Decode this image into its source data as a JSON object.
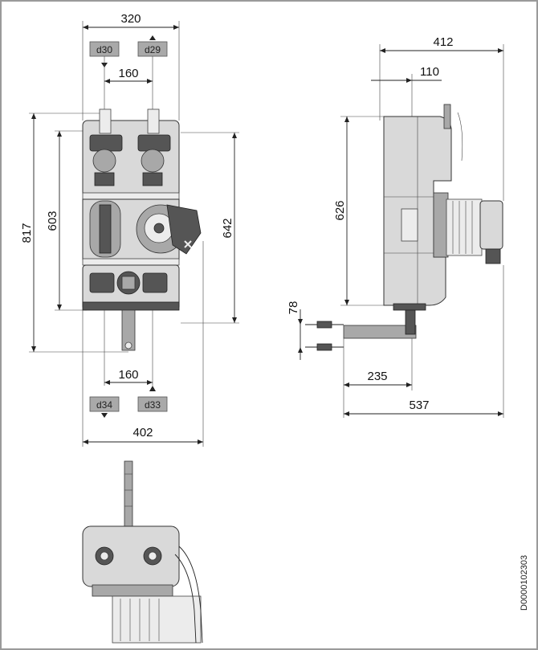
{
  "dimensions": {
    "front_width_top": "320",
    "front_pipe_spacing_top": "160",
    "front_height_total": "817",
    "front_height_inner": "603",
    "front_height_right": "642",
    "front_pipe_spacing_bottom": "160",
    "front_width_bottom": "402",
    "side_depth_total": "412",
    "side_offset_top": "110",
    "side_height": "626",
    "side_bracket_height": "78",
    "side_bracket_depth": "235",
    "side_depth_bracket_total": "537"
  },
  "connections": {
    "top_left": "d30",
    "top_right": "d29",
    "bottom_left": "d34",
    "bottom_right": "d33"
  },
  "document_code": "D0000102303"
}
